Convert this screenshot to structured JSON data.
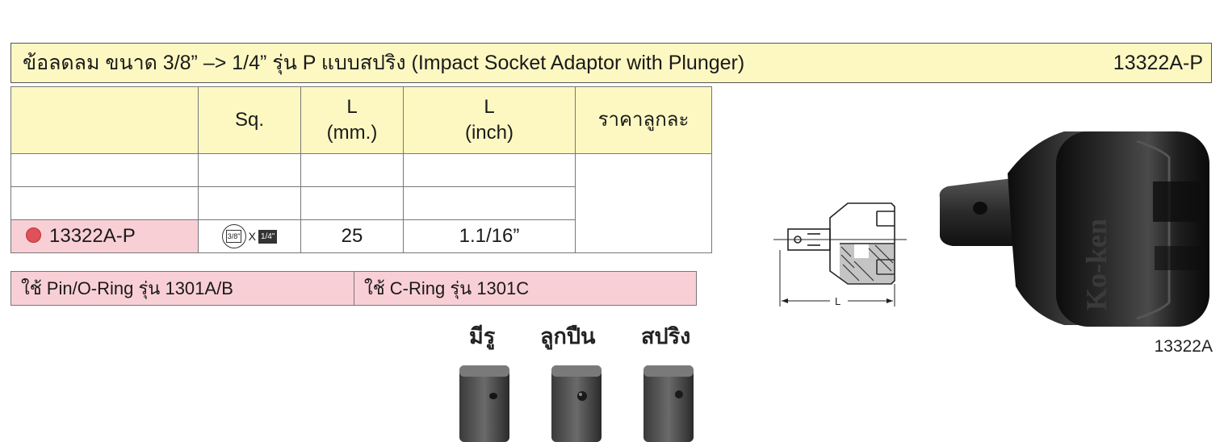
{
  "header": {
    "title": "ข้อลดลม ขนาด 3/8” –> 1/4” รุ่น P แบบสปริง (Impact Socket Adaptor with Plunger)",
    "code": "13322A-P"
  },
  "table": {
    "columns": [
      "",
      "Sq.",
      "L\n(mm.)",
      "L\n(inch)",
      "ราคาลูกละ"
    ],
    "col_sq": "Sq.",
    "col_l_mm_top": "L",
    "col_l_mm_bottom": "(mm.)",
    "col_l_inch_top": "L",
    "col_l_inch_bottom": "(inch)",
    "col_price": "ราคาลูกละ",
    "row": {
      "model": "13322A-P",
      "sq_in": "3/8\"",
      "sq_x": "X",
      "sq_out": "1/4\"",
      "l_mm": "25",
      "l_inch": "1.1/16”"
    }
  },
  "rings": {
    "pin": "ใช้ Pin/O-Ring รุ่น 1301A/B",
    "c": "ใช้ C-Ring รุ่น 1301C"
  },
  "types": {
    "hole": "มีรู",
    "ball": "ลูกปืน",
    "spring": "สปริง"
  },
  "drawing": {
    "dim_label": "L"
  },
  "photo": {
    "caption": "13322A",
    "engraving": "Ko-ken"
  },
  "colors": {
    "header_bg": "#fdf8c2",
    "highlight_bg": "#f9cfd6",
    "dot": "#e0505a"
  }
}
